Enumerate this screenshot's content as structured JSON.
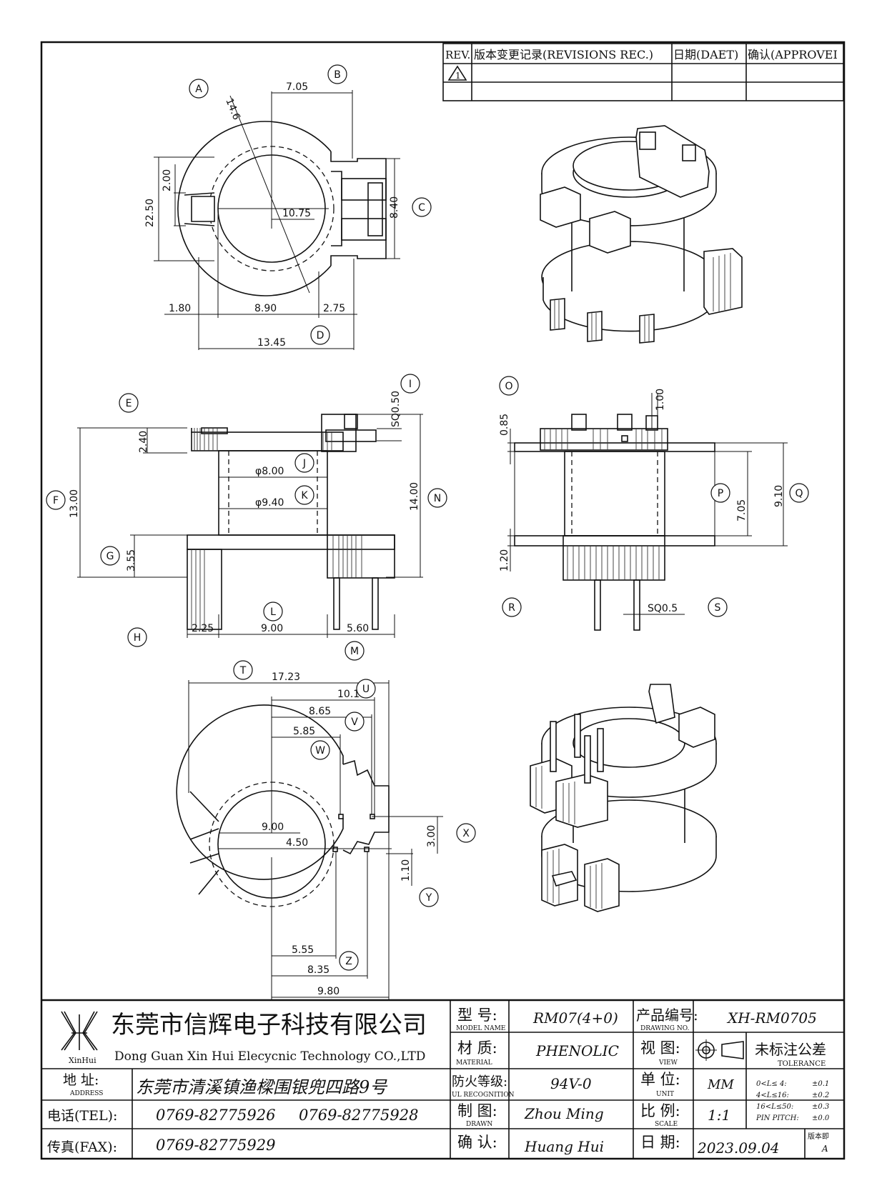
{
  "revision_block": {
    "col_rev": "REV.",
    "col_record": "版本变更记录(REVISIONS REC.)",
    "col_date": "日期(DAET)",
    "col_approve": "确认(APPROVEI",
    "row1_mark": "1"
  },
  "markers": [
    "A",
    "B",
    "C",
    "D",
    "E",
    "F",
    "G",
    "H",
    "I",
    "J",
    "K",
    "L",
    "M",
    "N",
    "O",
    "P",
    "Q",
    "R",
    "S",
    "T",
    "U",
    "V",
    "W",
    "X",
    "Y",
    "Z"
  ],
  "dims_top": {
    "d_7_05": "7.05",
    "d_14_6": "14.6",
    "d_2_00": "2.00",
    "d_22_50": "22.50",
    "d_10_75": "10.75",
    "d_8_40": "8.40",
    "d_1_80": "1.80",
    "d_8_90": "8.90",
    "d_2_75": "2.75",
    "d_13_45": "13.45"
  },
  "dims_front": {
    "sq0_50": "SQ0.50",
    "d_2_40": "2.40",
    "phi_8_00": "φ8.00",
    "d_13_00": "13.00",
    "phi_9_40": "φ9.40",
    "d_14_00": "14.00",
    "d_3_55": "3.55",
    "d_2_25": "2.25",
    "d_9_00": "9.00",
    "d_5_60": "5.60"
  },
  "dims_side": {
    "d_1_00": "1.00",
    "d_0_85": "0.85",
    "d_7_05": "7.05",
    "d_9_10": "9.10",
    "d_1_20": "1.20",
    "sq0_5": "SQ0.5"
  },
  "dims_bottom": {
    "d_17_23": "17.23",
    "d_10_10": "10.10",
    "d_8_65": "8.65",
    "d_5_85": "5.85",
    "d_9_00": "9.00",
    "d_4_50": "4.50",
    "d_3_00": "3.00",
    "d_1_10": "1.10",
    "d_5_55": "5.55",
    "d_8_35": "8.35",
    "d_9_80": "9.80"
  },
  "title_block": {
    "logo_text": "XinHui",
    "company_cn": "东莞市信辉电子科技有限公司",
    "company_en": "Dong Guan Xin Hui Elecycnic Technology CO.,LTD",
    "address_label": "地 址:",
    "address_label_en": "ADDRESS",
    "address": "东莞市清溪镇渔樑围银兜四路9号",
    "tel_label": "电话(TEL):",
    "tel_1": "0769-82775926",
    "tel_2": "0769-82775928",
    "fax_label": "传真(FAX):",
    "fax": "0769-82775929",
    "model_label": "型 号:",
    "model_label_en": "MODEL NAME",
    "model": "RM07(4+0)",
    "material_label": "材 质:",
    "material_label_en": "MATERIAL",
    "material": "PHENOLIC",
    "ul_label": "防火等级:",
    "ul_label_en": "UL RECOGNITION",
    "ul": "94V-0",
    "drawn_label": "制 图:",
    "drawn_label_en": "DRAWN",
    "drawn": "Zhou Ming",
    "confirm_label": "确 认:",
    "confirm": "Huang Hui",
    "drawing_no_label": "产品编号:",
    "drawing_no_label_en": "DRAWING NO.",
    "drawing_no": "XH-RM0705",
    "view_label": "视 图:",
    "view_label_en": "VIEW",
    "unit_label": "单 位:",
    "unit_label_en": "UNIT",
    "unit": "MM",
    "scale_label": "比 例:",
    "scale_label_en": "SCALE",
    "scale": "1:1",
    "date_label": "日 期:",
    "date": "2023.09.04",
    "tolerance_title": "未标注公差",
    "tolerance_title_en": "TOLERANCE",
    "tol_rows": [
      {
        "range": "0<L≤ 4:",
        "value": "±0.1"
      },
      {
        "range": "4<L≤16:",
        "value": "±0.2"
      },
      {
        "range": "16<L≤50:",
        "value": "±0.3"
      },
      {
        "range": "PIN PITCH:",
        "value": "±0.0"
      }
    ],
    "version_label": "版本即",
    "version": "A"
  }
}
